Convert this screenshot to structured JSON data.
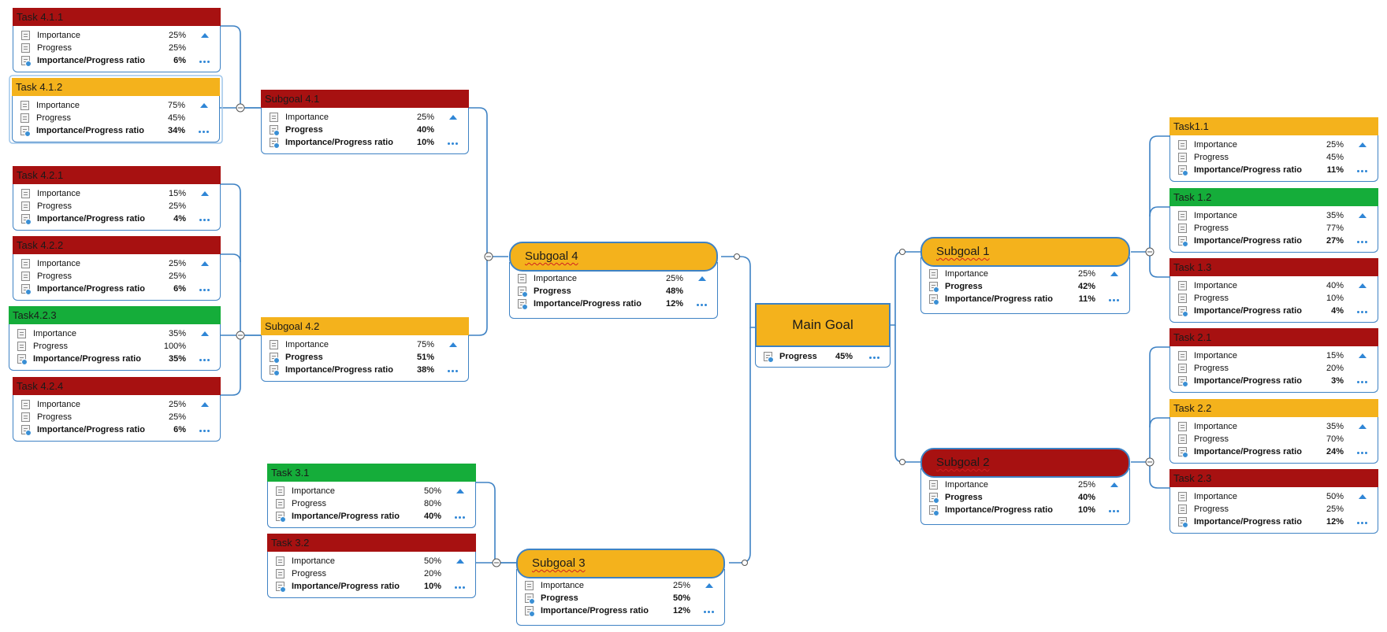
{
  "colors": {
    "red": "#a71111",
    "orange": "#f4b21c",
    "green": "#15ad3a",
    "border": "#3e82c4",
    "accent": "#2f86d6"
  },
  "labels": {
    "importance": "Importance",
    "progress": "Progress",
    "ratio": "Importance/Progress ratio"
  },
  "main_goal": {
    "title": "Main Goal",
    "progress": "45%"
  },
  "subgoals": {
    "sg1": {
      "title": "Subgoal 1",
      "color": "orange",
      "importance": "25%",
      "progress": "42%",
      "ratio": "11%"
    },
    "sg2": {
      "title": "Subgoal 2",
      "color": "red",
      "importance": "25%",
      "progress": "40%",
      "ratio": "10%"
    },
    "sg3": {
      "title": "Subgoal 3",
      "color": "orange",
      "importance": "25%",
      "progress": "50%",
      "ratio": "12%"
    },
    "sg4": {
      "title": "Subgoal 4",
      "color": "orange",
      "importance": "25%",
      "progress": "48%",
      "ratio": "12%"
    },
    "sg41": {
      "title": "Subgoal 4.1",
      "color": "red",
      "importance": "25%",
      "progress": "40%",
      "ratio": "10%"
    },
    "sg42": {
      "title": "Subgoal 4.2",
      "color": "orange",
      "importance": "75%",
      "progress": "51%",
      "ratio": "38%"
    }
  },
  "tasks": {
    "t411": {
      "title": "Task 4.1.1",
      "color": "red",
      "importance": "25%",
      "progress": "25%",
      "ratio": "6%"
    },
    "t412": {
      "title": "Task 4.1.2",
      "color": "orange",
      "importance": "75%",
      "progress": "45%",
      "ratio": "34%"
    },
    "t421": {
      "title": "Task 4.2.1",
      "color": "red",
      "importance": "15%",
      "progress": "25%",
      "ratio": "4%"
    },
    "t422": {
      "title": "Task 4.2.2",
      "color": "red",
      "importance": "25%",
      "progress": "25%",
      "ratio": "6%"
    },
    "t423": {
      "title": "Task4.2.3",
      "color": "green",
      "importance": "35%",
      "progress": "100%",
      "ratio": "35%"
    },
    "t424": {
      "title": "Task 4.2.4",
      "color": "red",
      "importance": "25%",
      "progress": "25%",
      "ratio": "6%"
    },
    "t31": {
      "title": "Task 3.1",
      "color": "green",
      "importance": "50%",
      "progress": "80%",
      "ratio": "40%"
    },
    "t32": {
      "title": "Task 3.2",
      "color": "red",
      "importance": "50%",
      "progress": "20%",
      "ratio": "10%"
    },
    "t11": {
      "title": "Task1.1",
      "color": "orange",
      "importance": "25%",
      "progress": "45%",
      "ratio": "11%"
    },
    "t12": {
      "title": "Task 1.2",
      "color": "green",
      "importance": "35%",
      "progress": "77%",
      "ratio": "27%"
    },
    "t13": {
      "title": "Task 1.3",
      "color": "red",
      "importance": "40%",
      "progress": "10%",
      "ratio": "4%"
    },
    "t21": {
      "title": "Task 2.1",
      "color": "red",
      "importance": "15%",
      "progress": "20%",
      "ratio": "3%"
    },
    "t22": {
      "title": "Task 2.2",
      "color": "orange",
      "importance": "35%",
      "progress": "70%",
      "ratio": "24%"
    },
    "t23": {
      "title": "Task 2.3",
      "color": "red",
      "importance": "50%",
      "progress": "25%",
      "ratio": "12%"
    }
  }
}
